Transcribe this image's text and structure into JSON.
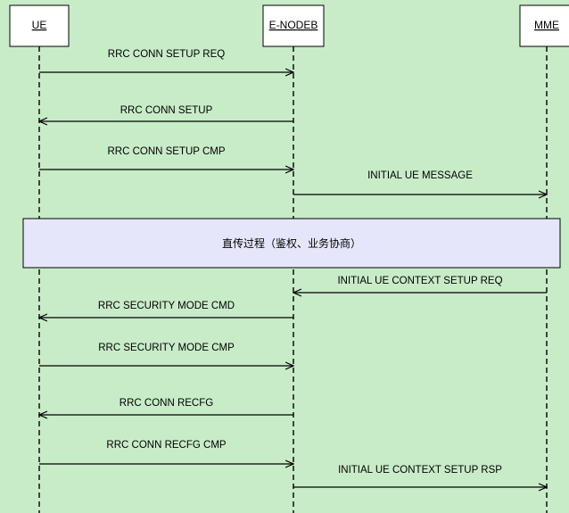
{
  "colors": {
    "background": "#c8ecc8",
    "entity_box": "#ffffff",
    "band_fill": "#e6e6fa",
    "line": "#000000"
  },
  "entities": [
    {
      "id": "ue",
      "label": "UE"
    },
    {
      "id": "enodeb",
      "label": "E-NODEB"
    },
    {
      "id": "mme",
      "label": "MME"
    }
  ],
  "messages": [
    {
      "label": "RRC CONN SETUP REQ",
      "from": "ue",
      "to": "enodeb"
    },
    {
      "label": "RRC CONN SETUP",
      "from": "enodeb",
      "to": "ue"
    },
    {
      "label": "RRC CONN SETUP CMP",
      "from": "ue",
      "to": "enodeb"
    },
    {
      "label": "INITIAL UE MESSAGE",
      "from": "enodeb",
      "to": "mme"
    },
    {
      "label": "INITIAL UE CONTEXT SETUP  REQ",
      "from": "mme",
      "to": "enodeb"
    },
    {
      "label": "RRC SECURITY MODE CMD",
      "from": "enodeb",
      "to": "ue"
    },
    {
      "label": "RRC SECURITY MODE CMP",
      "from": "ue",
      "to": "enodeb"
    },
    {
      "label": "RRC CONN RECFG",
      "from": "enodeb",
      "to": "ue"
    },
    {
      "label": "RRC CONN RECFG CMP",
      "from": "ue",
      "to": "enodeb"
    },
    {
      "label": "INITIAL UE CONTEXT SETUP RSP",
      "from": "enodeb",
      "to": "mme"
    }
  ],
  "band": {
    "label": "直传过程（鉴权、业务协商）"
  }
}
